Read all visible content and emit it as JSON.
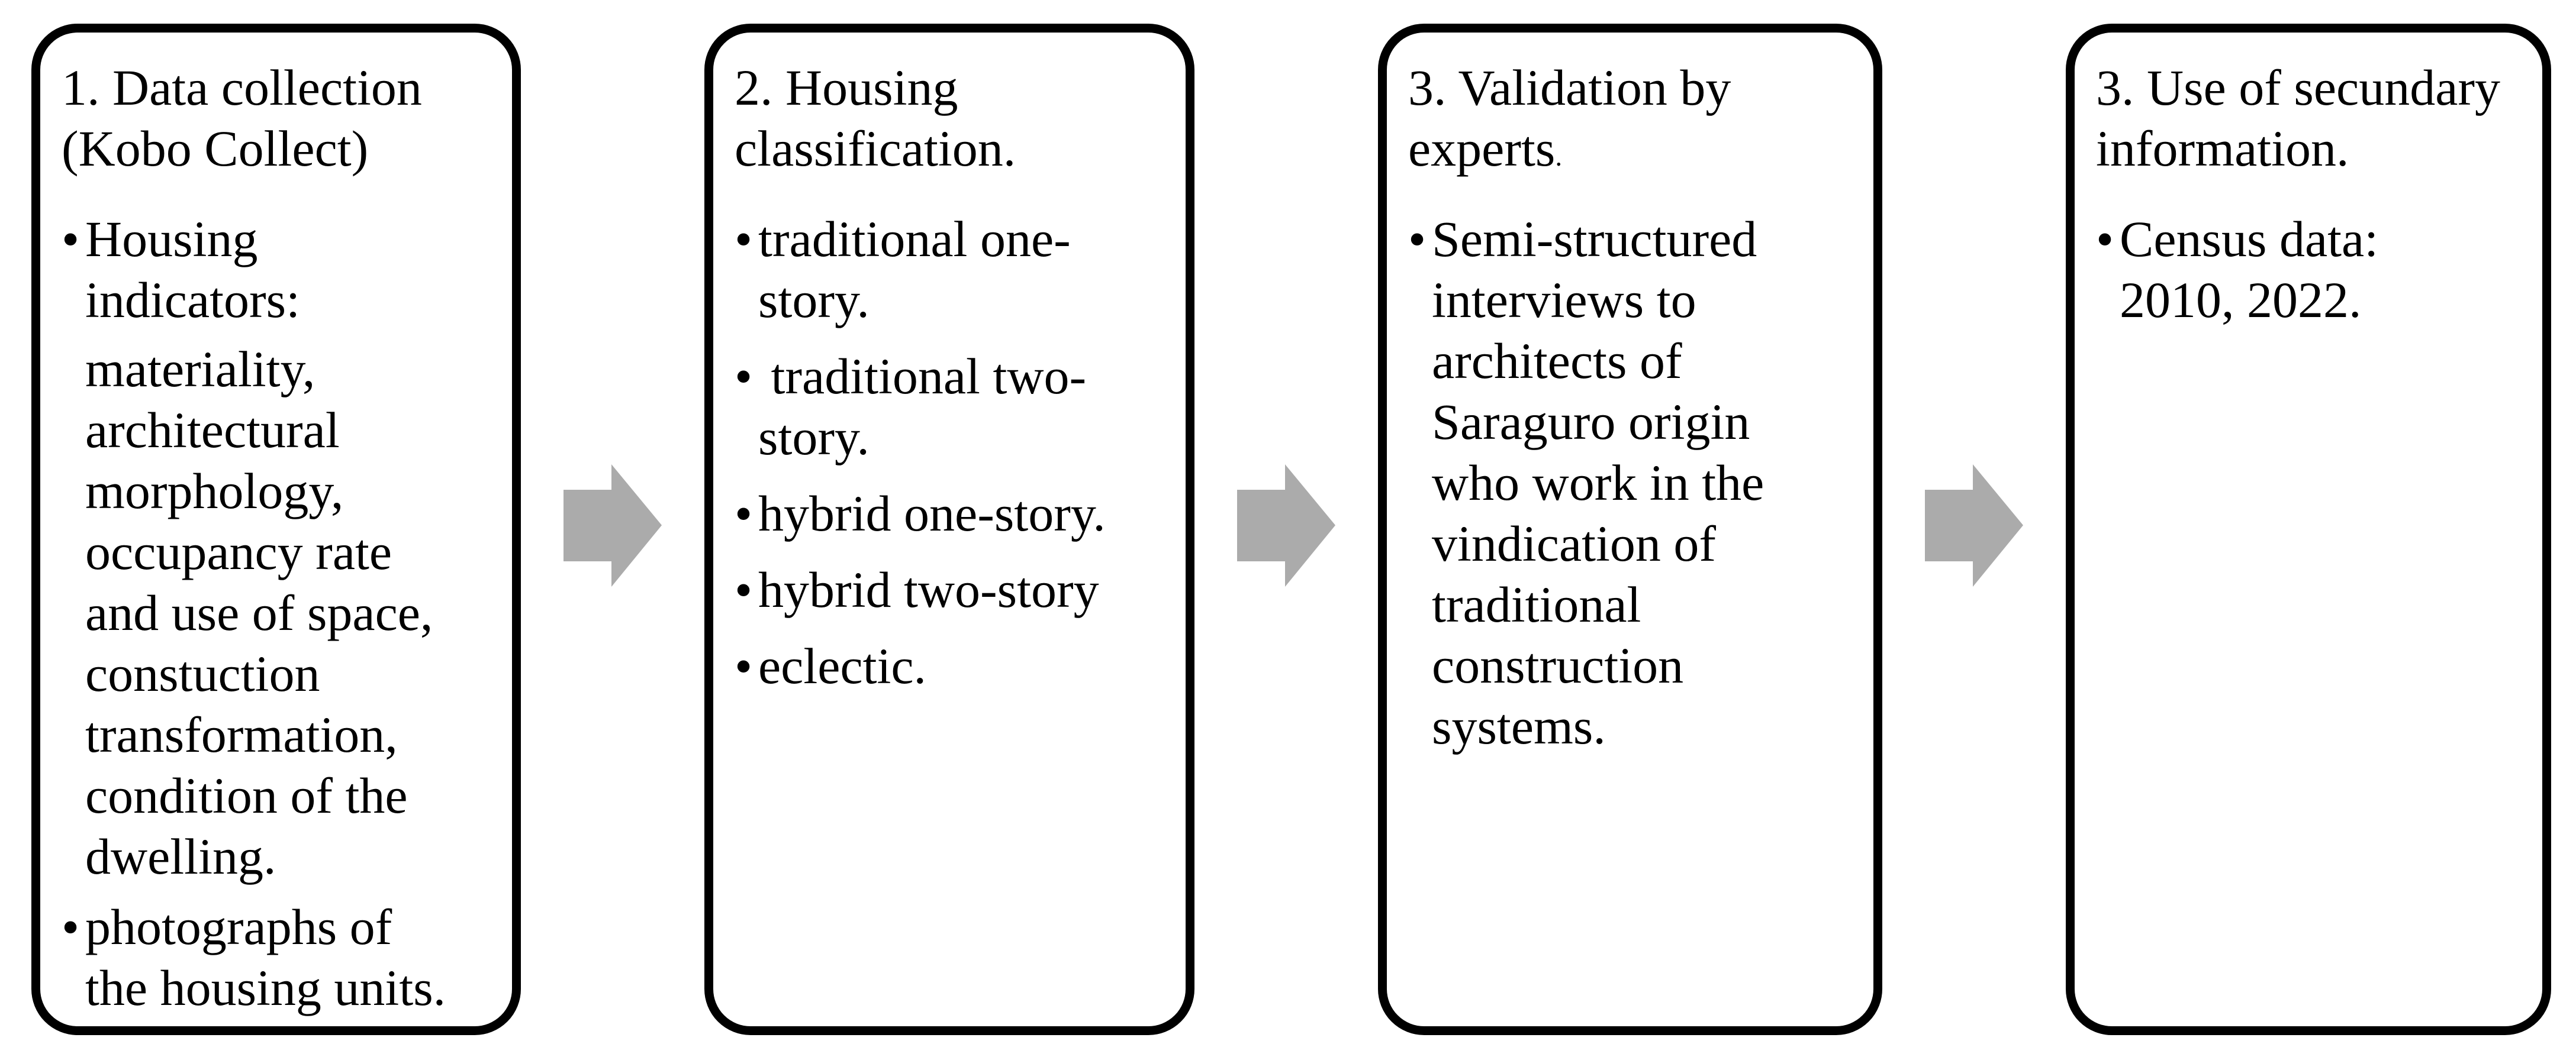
{
  "figure": {
    "description": "methodology-flow-diagram",
    "colors": {
      "background": "#ffffff",
      "box_border": "#000000",
      "text": "#000000",
      "arrow": "#ababab"
    },
    "arrows": {
      "glyph": "right-block-arrow",
      "count": 3
    },
    "boxes": [
      {
        "title": "1. Data collection\n(Kobo Collect)",
        "title_suffix": "",
        "bullets": [
          {
            "marker": "•",
            "text": "Housing\nindicators:"
          },
          {
            "marker": "",
            "text": "materiality,\narchitectural\nmorphology,\noccupancy rate\nand use of space,\nconstuction\ntransformation,\ncondition of the\ndwelling."
          },
          {
            "marker": "•",
            "text": "photographs of\nthe housing units."
          }
        ]
      },
      {
        "title": "2. Housing\nclassification.",
        "title_suffix": "",
        "bullets": [
          {
            "marker": "•",
            "text": "traditional one-\nstory."
          },
          {
            "marker": "•",
            "text": " traditional two-\nstory."
          },
          {
            "marker": "•",
            "text": "hybrid one-story."
          },
          {
            "marker": "•",
            "text": "hybrid two-story"
          },
          {
            "marker": "•",
            "text": "eclectic."
          }
        ]
      },
      {
        "title": "3. Validation by\nexperts",
        "title_suffix": ".",
        "bullets": [
          {
            "marker": "•",
            "text": "Semi-structured\ninterviews to\narchitects of\nSaraguro origin\nwho work in the\nvindication of\ntraditional\nconstruction\nsystems."
          }
        ]
      },
      {
        "title": "3. Use of secundary\ninformation.",
        "title_suffix": "",
        "bullets": [
          {
            "marker": "•",
            "text": "Census data:\n2010, 2022."
          }
        ]
      }
    ]
  }
}
